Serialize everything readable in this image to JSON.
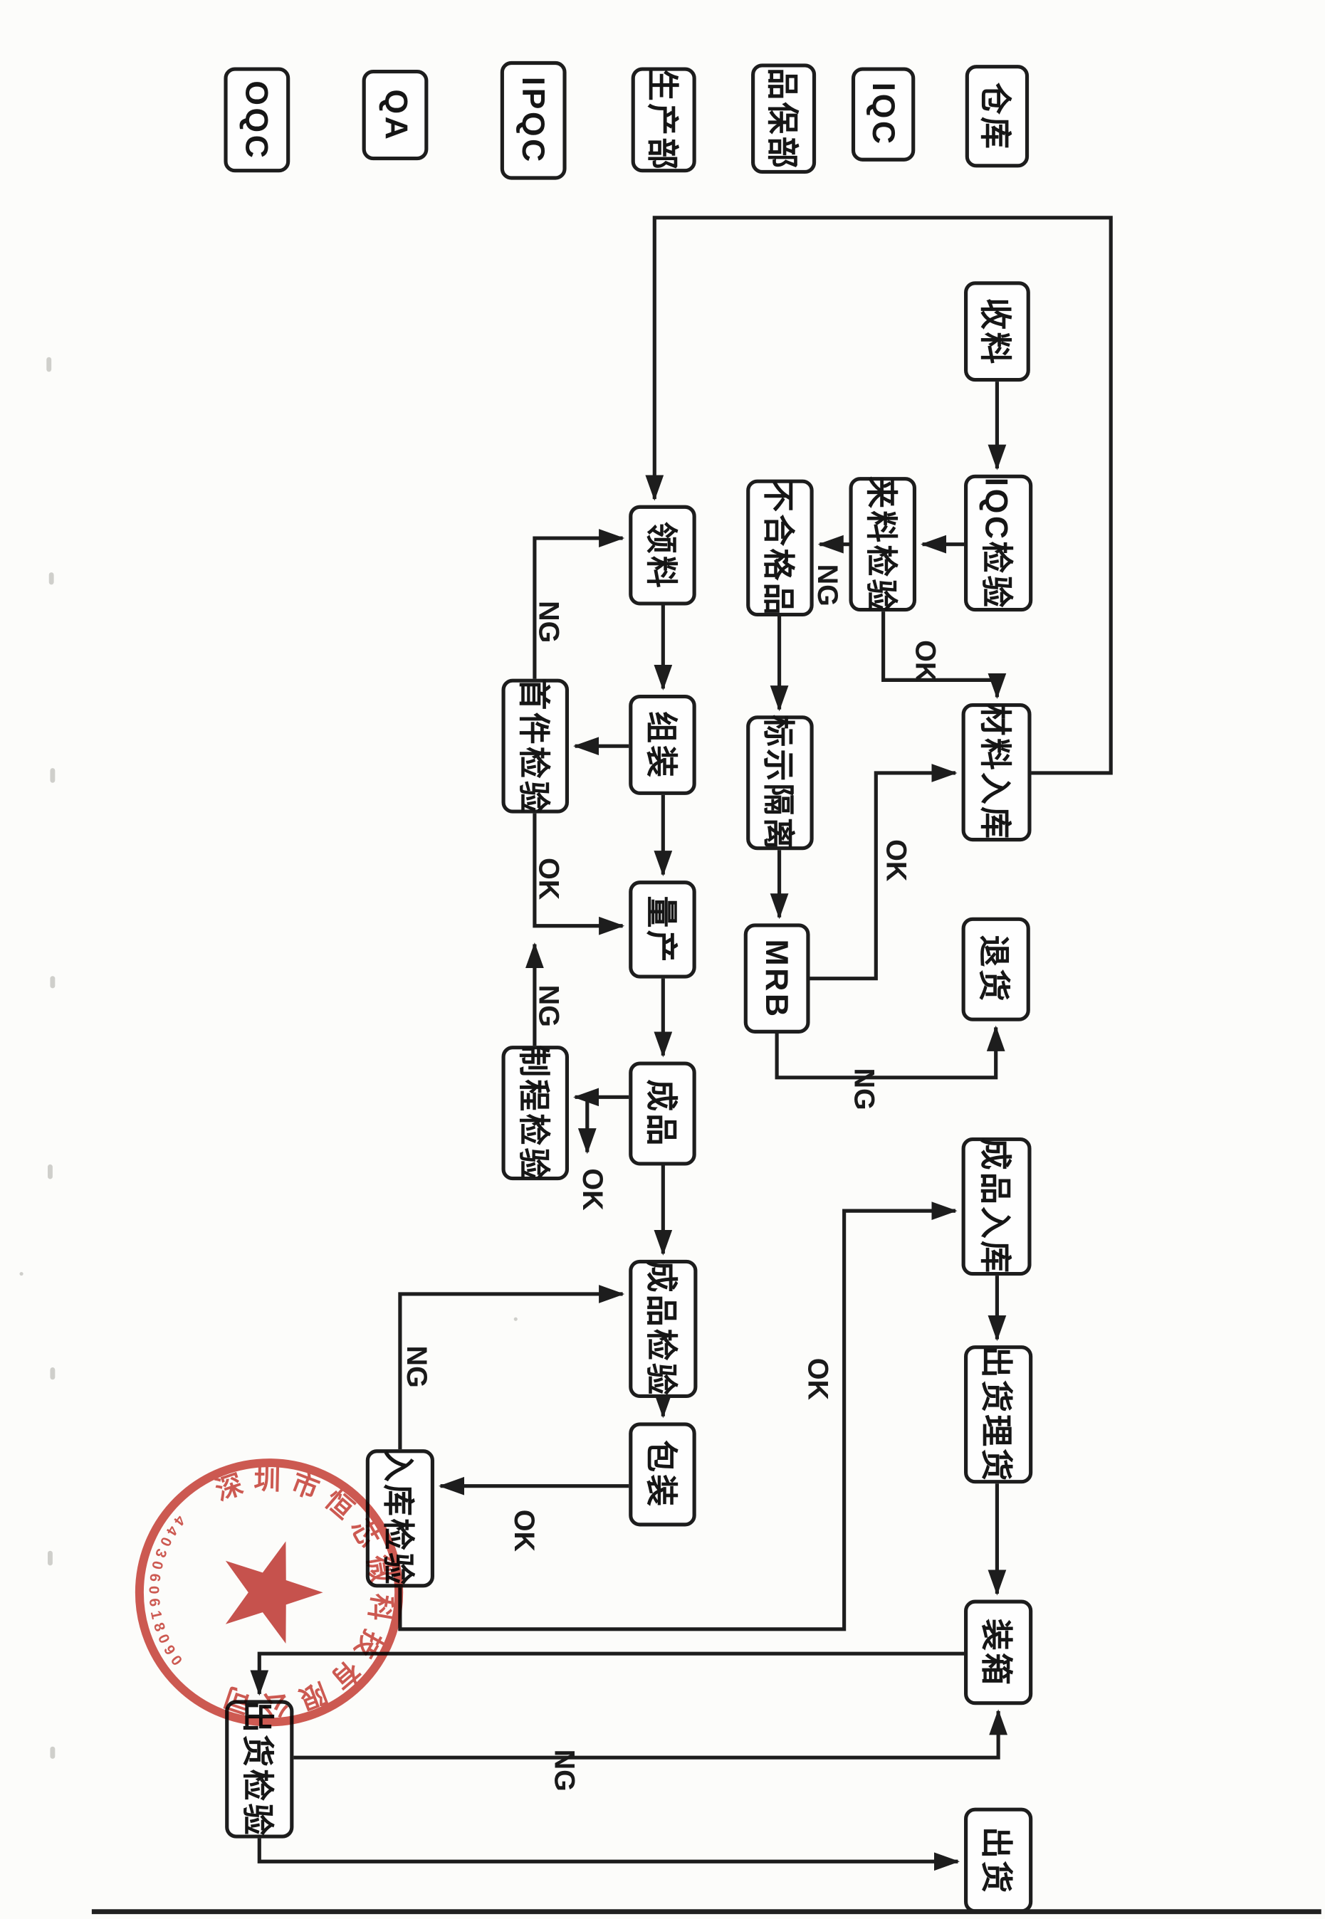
{
  "page": {
    "background": "#fcfcfa",
    "ink": "#1d1d1d",
    "description": "Scanned swimlane quality-control process flowchart, rotated 90 degrees"
  },
  "lanes": [
    {
      "id": "oqc",
      "label": "OQC"
    },
    {
      "id": "qa",
      "label": "QA"
    },
    {
      "id": "ipqc",
      "label": "IPQC"
    },
    {
      "id": "production-dept",
      "label": "生产部"
    },
    {
      "id": "quality-dept",
      "label": "品保部"
    },
    {
      "id": "iqc",
      "label": "IQC"
    },
    {
      "id": "warehouse",
      "label": "仓库"
    }
  ],
  "nodes": {
    "receive": {
      "label": "收料"
    },
    "iqc_inspection": {
      "label": "IQC检验"
    },
    "incoming_inspection": {
      "label": "来料检验"
    },
    "nonconforming": {
      "label": "不合格品"
    },
    "material_request": {
      "label": "领料"
    },
    "first_article_inspection": {
      "label": "首件检验"
    },
    "assembly": {
      "label": "组装"
    },
    "mark_isolate": {
      "label": "标示隔离"
    },
    "material_storage": {
      "label": "材料入库"
    },
    "mass_production": {
      "label": "量产"
    },
    "mrb": {
      "label": "MRB"
    },
    "return_goods": {
      "label": "退货"
    },
    "process_inspection": {
      "label": "制程检验"
    },
    "finished_product": {
      "label": "成品"
    },
    "finished_storage": {
      "label": "成品入库"
    },
    "finished_inspection": {
      "label": "成品检验"
    },
    "shipping_tally": {
      "label": "出货理货"
    },
    "packing": {
      "label": "包装"
    },
    "storage_inspection": {
      "label": "入库检验"
    },
    "boxing": {
      "label": "装箱"
    },
    "shipping_inspection": {
      "label": "出货检验"
    },
    "shipping": {
      "label": "出货"
    }
  },
  "edge_labels": [
    {
      "id": "incoming-ng",
      "text": "NG"
    },
    {
      "id": "incoming-ok",
      "text": "OK"
    },
    {
      "id": "mrb-ok",
      "text": "OK"
    },
    {
      "id": "mrb-ng",
      "text": "NG"
    },
    {
      "id": "first-article-ng",
      "text": "NG"
    },
    {
      "id": "first-article-ok",
      "text": "OK"
    },
    {
      "id": "process-ng",
      "text": "NG"
    },
    {
      "id": "process-ok",
      "text": "OK"
    },
    {
      "id": "storage-insp-ng",
      "text": "NG"
    },
    {
      "id": "storage-insp-ok",
      "text": "OK"
    },
    {
      "id": "packing-ok",
      "text": "OK"
    },
    {
      "id": "shipping-insp-ng",
      "text": "NG"
    }
  ],
  "stamp": {
    "company": "深圳市恒芯微科技有限公司",
    "serial": "4403060618090",
    "color": "#c5352c"
  }
}
